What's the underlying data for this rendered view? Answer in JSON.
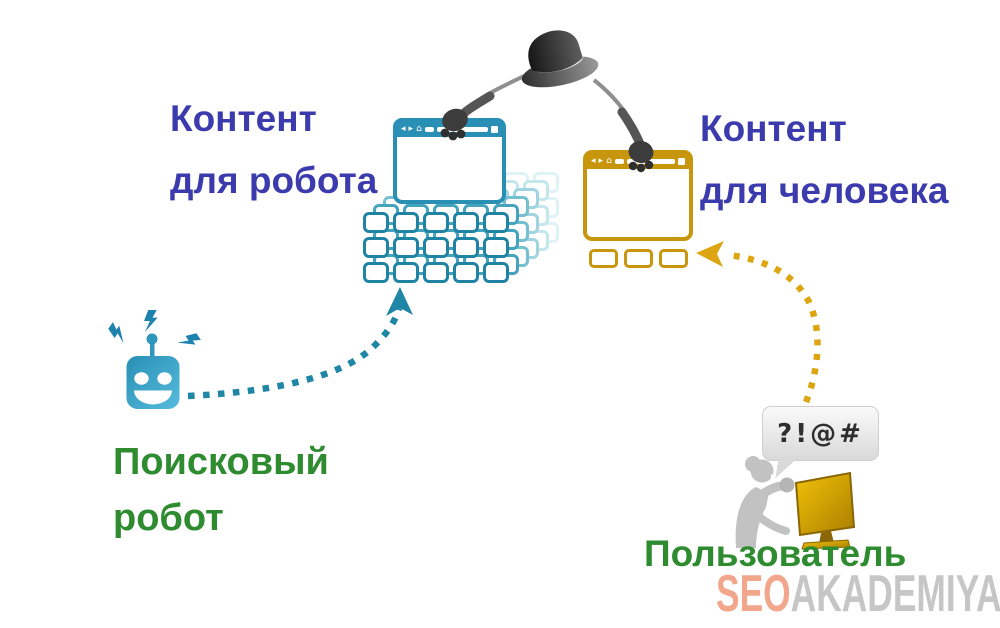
{
  "headings": {
    "robot_content_line1": "Контент",
    "robot_content_line2": "для робота",
    "human_content_line1": "Контент",
    "human_content_line2": "для человека"
  },
  "labels": {
    "search_robot_line1": "Поисковый",
    "search_robot_line2": "робот",
    "user": "Пользователь"
  },
  "speech_bubble": {
    "text": "?!@#"
  },
  "watermark": {
    "part1": "SEO",
    "part2": "AKADEMIYA"
  },
  "browser_toolbar": {
    "back_icon": "◂",
    "forward_icon": "▸",
    "home_icon": "⌂"
  },
  "colors": {
    "heading_blue": "#3b3bae",
    "label_green": "#2e8b2f",
    "robot_teal": "#2a8fb5",
    "human_gold": "#c8960c",
    "robot_arrow": "#1f86a6",
    "human_arrow": "#dea512",
    "watermark_seo": "#f2a78c",
    "watermark_akademiya": "#c6c6c6"
  }
}
